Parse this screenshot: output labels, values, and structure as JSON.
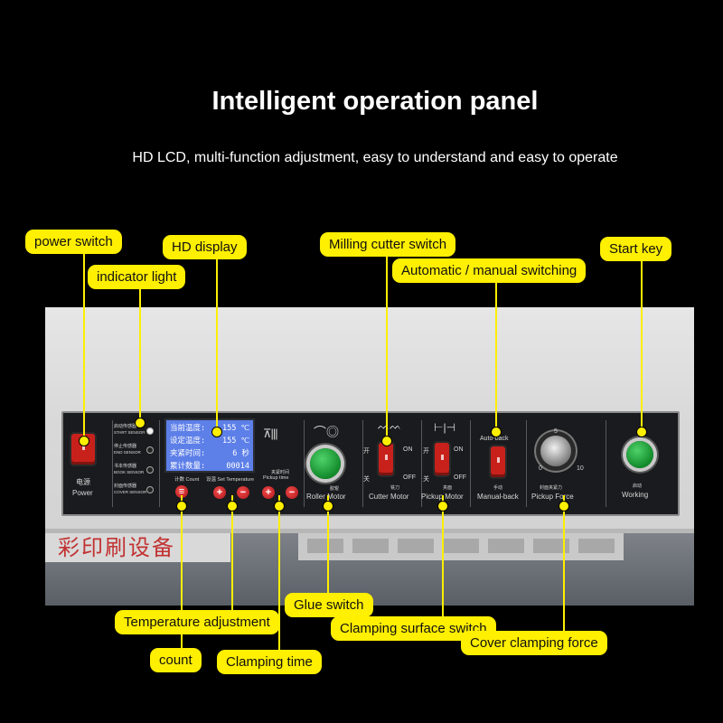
{
  "header": {
    "title": "Intelligent operation panel",
    "subtitle": "HD LCD, multi-function adjustment, easy to understand and easy to operate"
  },
  "callouts": {
    "power_switch": "power switch",
    "hd_display": "HD display",
    "indicator_light": "indicator light",
    "milling_cutter_switch": "Milling cutter switch",
    "auto_manual_switching": "Automatic / manual switching",
    "start_key": "Start key",
    "glue_switch": "Glue switch",
    "temperature_adjustment": "Temperature adjustment",
    "clamping_surface_switch": "Clamping surface switch",
    "cover_clamping_force": "Cover clamping force",
    "count": "count",
    "clamping_time": "Clamping time"
  },
  "panel": {
    "power": {
      "cn": "电源",
      "en": "Power"
    },
    "indicators": [
      {
        "cn": "启动传感器",
        "en": "START SENSOR"
      },
      {
        "cn": "停止传感器",
        "en": "END SENSOR"
      },
      {
        "cn": "书本传感器",
        "en": "BOOK SENSOR"
      },
      {
        "cn": "封面传感器",
        "en": "COVER SENSOR"
      }
    ],
    "lcd": [
      {
        "label": "当前温度:",
        "value": "155 ℃"
      },
      {
        "label": "设定温度:",
        "value": "155 ℃"
      },
      {
        "label": "夹紧时间:",
        "value": "6 秒"
      },
      {
        "label": "累计数量:",
        "value": "00014"
      }
    ],
    "count_label": "计数 Count",
    "set_temp_label": "设温 Set Temperature",
    "pickup_time": {
      "cn": "夹紧时间",
      "en": "Pickup time"
    },
    "plus": "+",
    "minus": "−",
    "roller_motor": {
      "cn": "胶辊",
      "en": "Roller Motor"
    },
    "cutter_motor": {
      "cn": "铣刀",
      "en": "Cutter Motor",
      "on_cn": "开",
      "on": "ON",
      "off_cn": "关",
      "off": "OFF"
    },
    "pickup_motor": {
      "cn": "夹面",
      "en": "Pickup Motor",
      "on_cn": "开",
      "on": "ON",
      "off_cn": "关",
      "off": "OFF"
    },
    "auto_back": "Auto-back",
    "manual_back": {
      "cn": "手动",
      "en": "Manual-back"
    },
    "pickup_force": {
      "cn": "封面夹紧力",
      "en": "Pickup Force"
    },
    "dial_ticks": [
      "0",
      "5",
      "10"
    ],
    "working": {
      "cn": "启动",
      "en": "Working"
    }
  },
  "machine": {
    "brand": "彩印刷设备"
  },
  "colors": {
    "callout": "#ffef00",
    "background": "#000000",
    "lcd": "#5d7fe8",
    "rocker": "#c8211c",
    "button_green": "#1fa83a",
    "button_red": "#d62a2a"
  }
}
